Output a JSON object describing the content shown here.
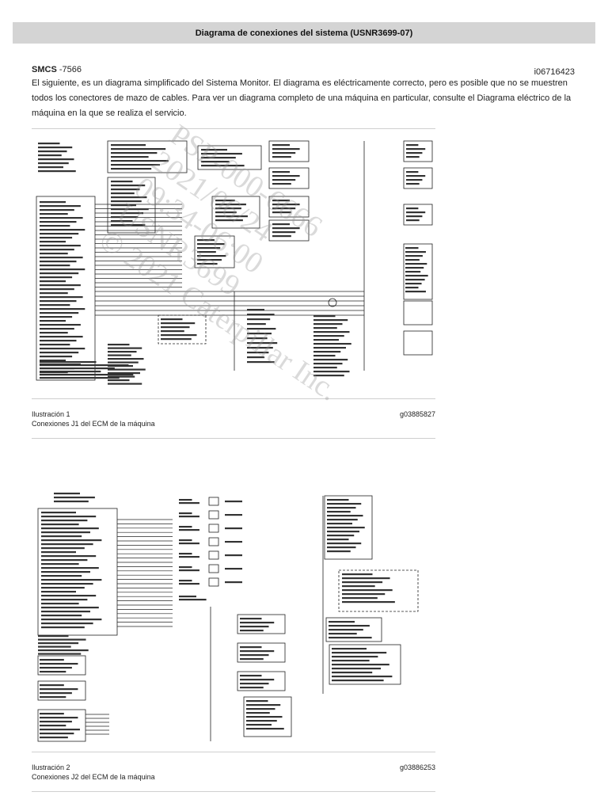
{
  "header": {
    "title": "Diagrama de conexiones del sistema (USNR3699-07)"
  },
  "meta": {
    "smcs_label": "SMCS",
    "smcs_code": "-7566",
    "doc_id": "i06716423"
  },
  "intro": "El siguiente, es un diagrama simplificado del Sistema Monitor. El diagrama es eléctricamente correcto, pero es posible que no se muestren todos los conectores de mazo de cables. Para ver un diagrama completo de una máquina en particular, consulte el Diagrama eléctrico de la máquina en la que se realiza el servicio.",
  "figures": [
    {
      "label": "Ilustración 1",
      "desc": "Conexiones J1 del ECM de la máquina",
      "graphic_id": "g03885827"
    },
    {
      "label": "Ilustración 2",
      "desc": "Conexiones J2 del ECM de la máquina",
      "graphic_id": "g03886253"
    }
  ],
  "watermark": {
    "lines": [
      "PSP-000-6666",
      "2021/06/24",
      "09:34-06:00",
      "USNR3699",
      "© 2021 Caterpillar Inc."
    ]
  }
}
